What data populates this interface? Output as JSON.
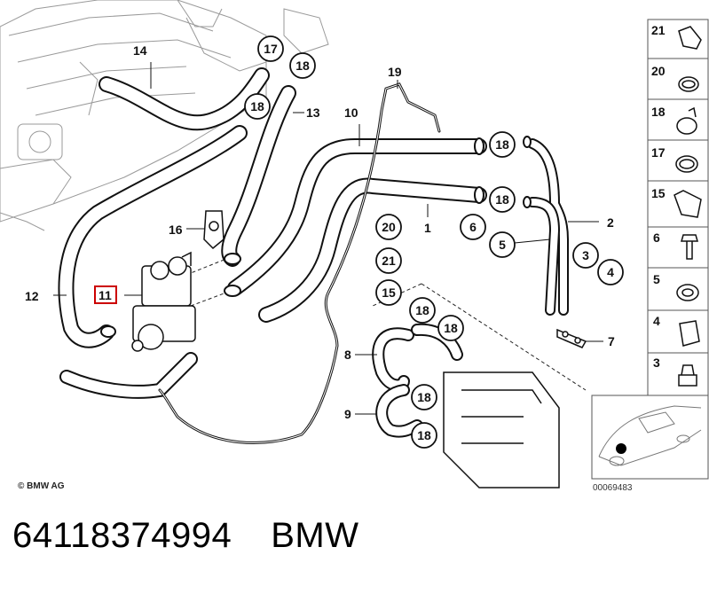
{
  "diagram": {
    "part_numbers": [
      "1",
      "2",
      "3",
      "4",
      "5",
      "6",
      "7",
      "8",
      "9",
      "10",
      "11",
      "12",
      "13",
      "14",
      "15",
      "16",
      "17",
      "18",
      "19",
      "20",
      "21"
    ],
    "highlighted_part": "11",
    "copyright": "© BMW AG",
    "drawing_number": "00069483",
    "side_panel_items": [
      "21",
      "20",
      "18",
      "17",
      "15",
      "6",
      "5",
      "4",
      "3"
    ]
  },
  "footer": {
    "part_number": "64118374994",
    "brand": "BMW"
  },
  "colors": {
    "highlight": "#cc0000",
    "line": "#111111",
    "engine_shade": "#9a9a9a"
  }
}
